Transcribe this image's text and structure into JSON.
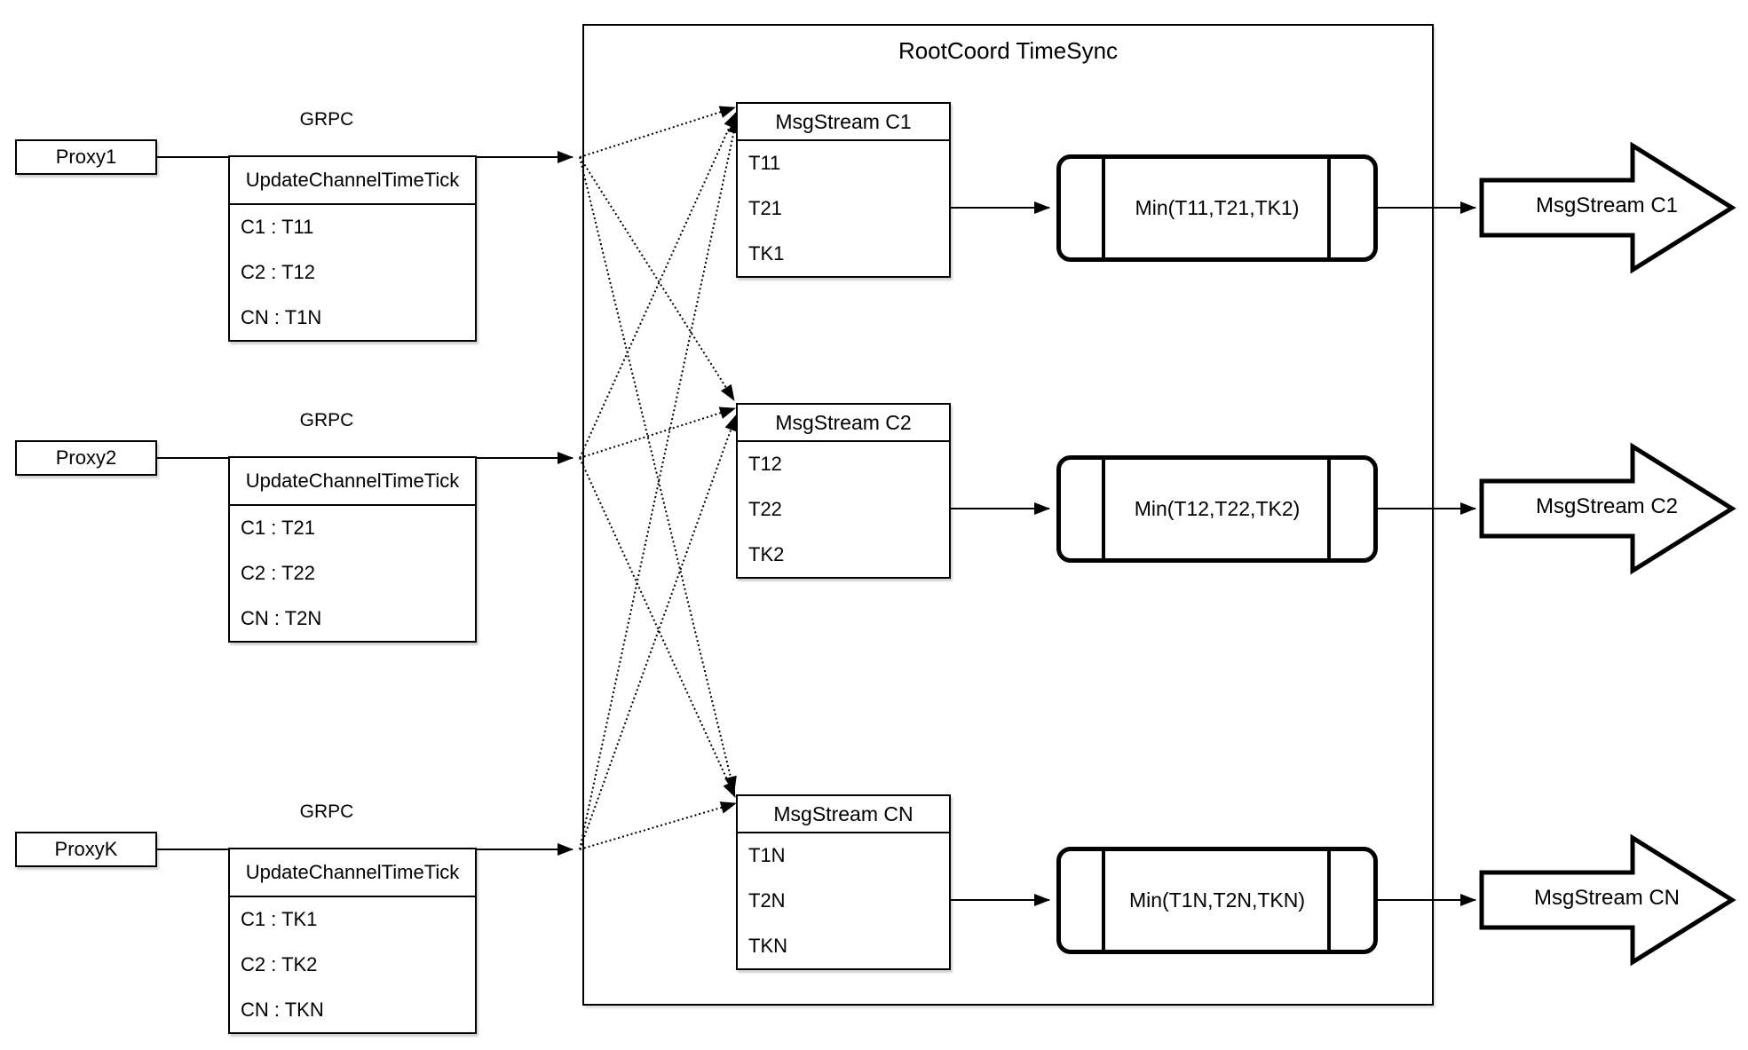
{
  "diagram": {
    "title": "RootCoord TimeSync",
    "colors": {
      "stroke": "#000000",
      "background": "#ffffff"
    },
    "lanes": [
      {
        "proxy_label": "Proxy1",
        "grpc_label": "GRPC",
        "update_table": {
          "title": "UpdateChannelTimeTick",
          "rows": [
            "C1 : T11",
            "C2 : T12",
            "CN : T1N"
          ]
        },
        "msgstream_table": {
          "title": "MsgStream C1",
          "rows": [
            "T11",
            "T21",
            "TK1"
          ]
        },
        "min_label": "Min(T11,T21,TK1)",
        "output_label": "MsgStream C1"
      },
      {
        "proxy_label": "Proxy2",
        "grpc_label": "GRPC",
        "update_table": {
          "title": "UpdateChannelTimeTick",
          "rows": [
            "C1 : T21",
            "C2 : T22",
            "CN : T2N"
          ]
        },
        "msgstream_table": {
          "title": "MsgStream C2",
          "rows": [
            "T12",
            "T22",
            "TK2"
          ]
        },
        "min_label": "Min(T12,T22,TK2)",
        "output_label": "MsgStream C2"
      },
      {
        "proxy_label": "ProxyK",
        "grpc_label": "GRPC",
        "update_table": {
          "title": "UpdateChannelTimeTick",
          "rows": [
            "C1 : TK1",
            "C2 : TK2",
            "CN : TKN"
          ]
        },
        "msgstream_table": {
          "title": "MsgStream CN",
          "rows": [
            "T1N",
            "T2N",
            "TKN"
          ]
        },
        "min_label": "Min(T1N,T2N,TKN)",
        "output_label": "MsgStream CN"
      }
    ]
  }
}
